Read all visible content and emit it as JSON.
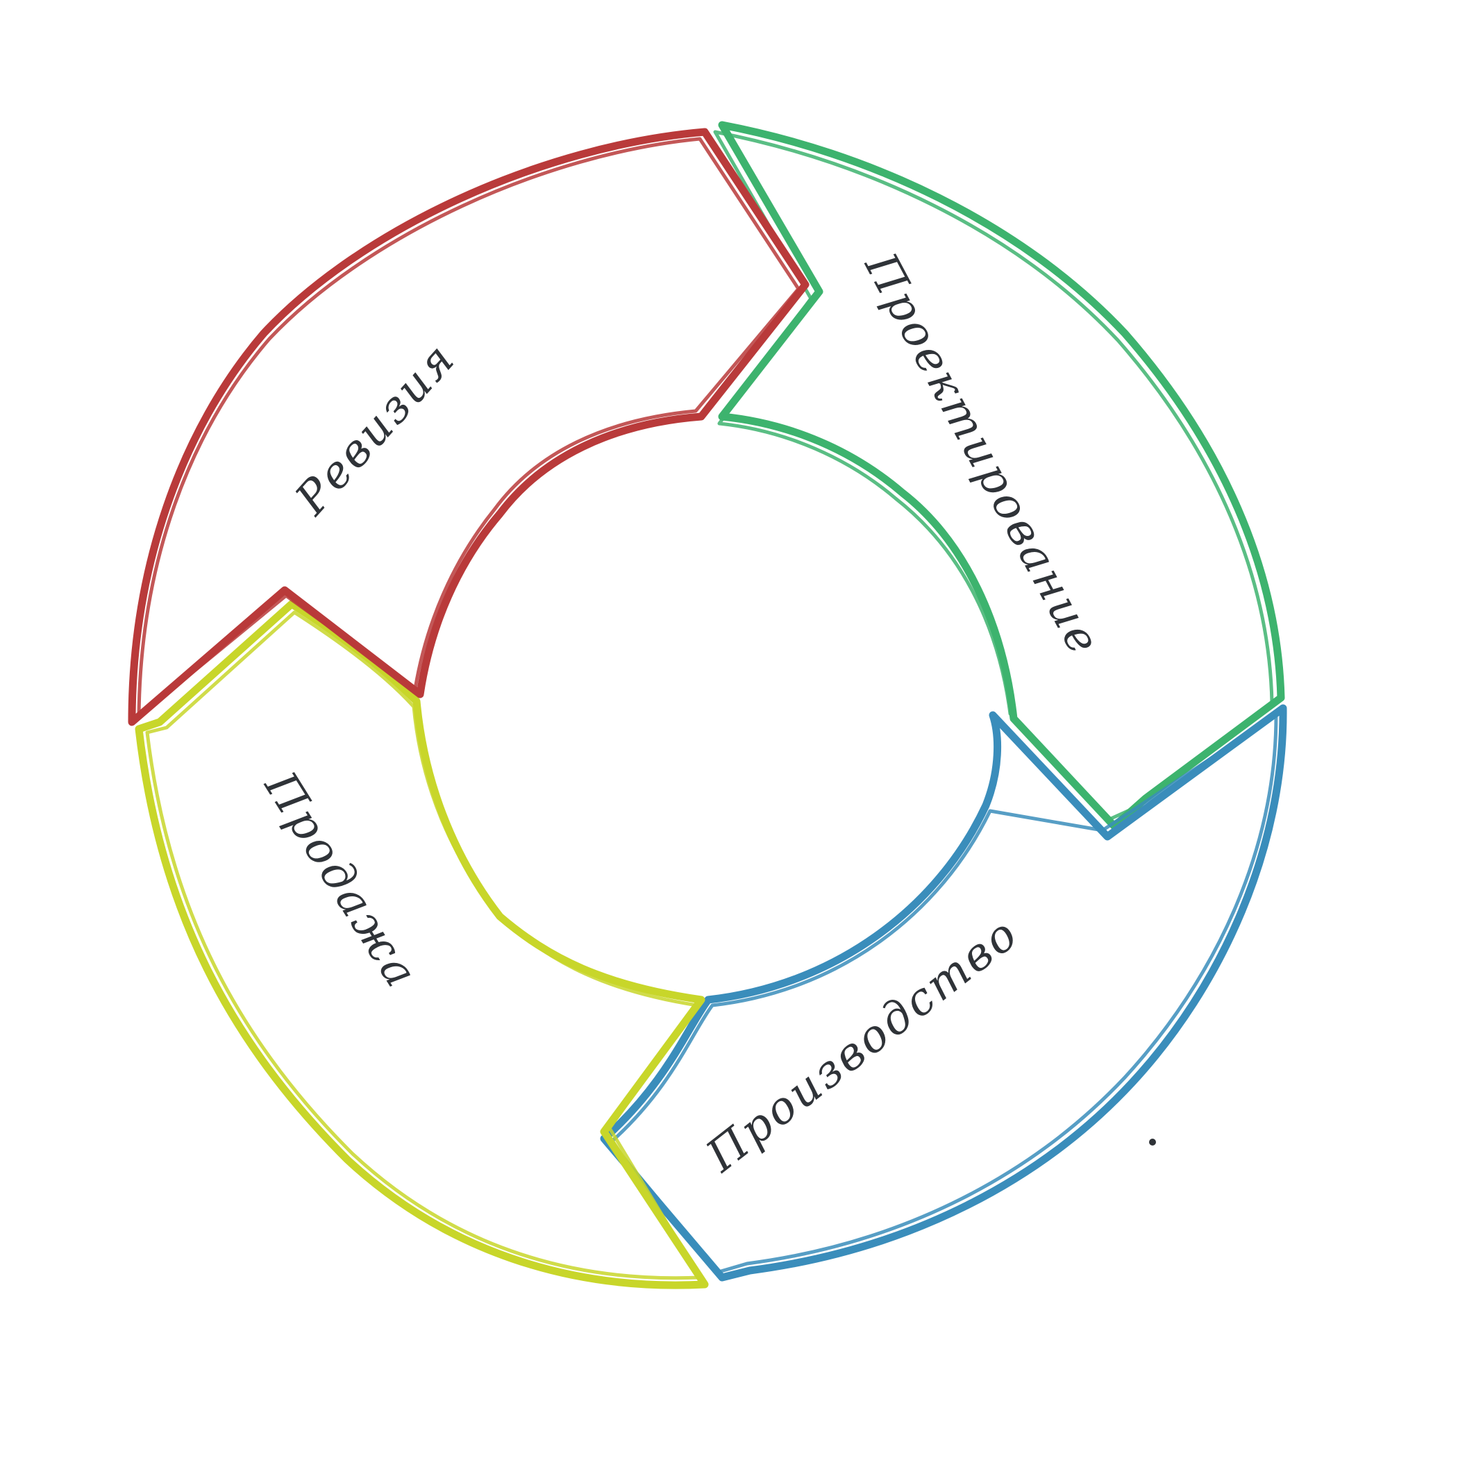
{
  "diagram": {
    "type": "cycle",
    "colors": {
      "background": "#ffffff",
      "text": "#2f3338"
    },
    "segments": [
      {
        "id": "design",
        "label": "Проектирование",
        "color": "#3db36e"
      },
      {
        "id": "production",
        "label": "Производство",
        "color": "#3a8dbb"
      },
      {
        "id": "sales",
        "label": "Продажа",
        "color": "#c8d62a"
      },
      {
        "id": "revision",
        "label": "Ревизия",
        "color": "#b93a3a"
      }
    ]
  }
}
